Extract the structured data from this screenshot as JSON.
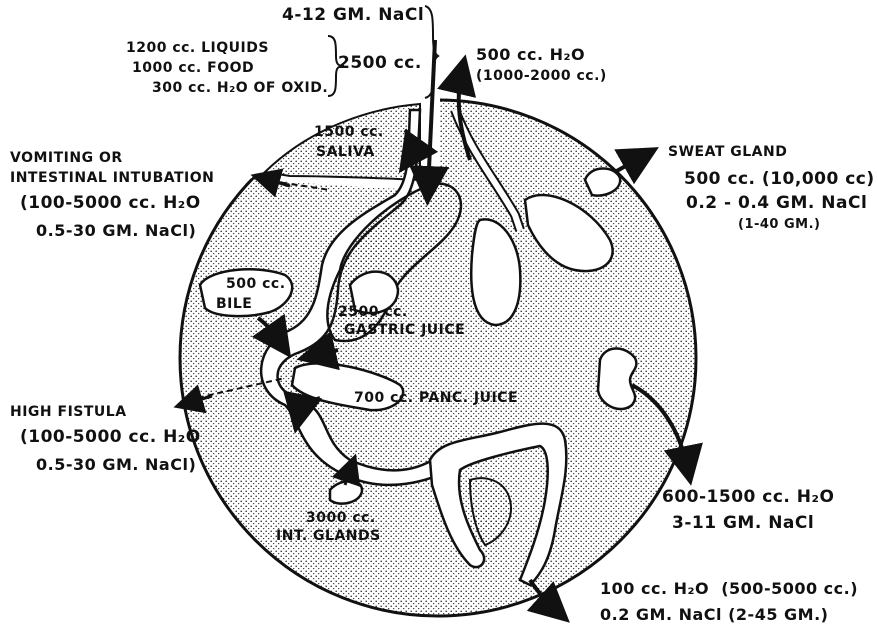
{
  "labels": {
    "intake_salt": "4-12 GM. NaCl",
    "intake_liquids": "1200 cc. LIQUIDS",
    "intake_food": "1000 cc. FOOD",
    "intake_oxid": "300 cc. H₂O OF OXID.",
    "intake_total": "2500 cc.",
    "lung_water": "500 cc. H₂O",
    "lung_range": "(1000-2000 cc.)",
    "saliva_1": "1500 cc.",
    "saliva_2": "SALIVA",
    "vomiting_1": "VOMITING OR",
    "vomiting_2": "INTESTINAL INTUBATION",
    "vomiting_3": "(100-5000 cc. H₂O",
    "vomiting_4": "0.5-30 GM. NaCl)",
    "sweat_title": "SWEAT GLAND",
    "sweat_water": "500 cc. (10,000 cc)",
    "sweat_salt": "0.2 - 0.4 GM. NaCl",
    "sweat_range": "(1-40 GM.)",
    "bile_1": "500 cc.",
    "bile_2": "BILE",
    "gastric_1": "2500 cc.",
    "gastric_2": "GASTRIC JUICE",
    "panc": "700 cc. PANC. JUICE",
    "fistula_1": "HIGH FISTULA",
    "fistula_2": "(100-5000 cc. H₂O",
    "fistula_3": "0.5-30 GM. NaCl)",
    "urine_water": "600-1500 cc. H₂O",
    "urine_salt": "3-11 GM. NaCl",
    "int_1": "3000 cc.",
    "int_2": "INT. GLANDS",
    "feces_1": "100 cc. H₂O  (500-5000 cc.)",
    "feces_2": "0.2 GM. NaCl (2-45 GM.)"
  },
  "colors": {
    "ink": "#111111",
    "paper": "#ffffff",
    "stipple": "#222222"
  }
}
